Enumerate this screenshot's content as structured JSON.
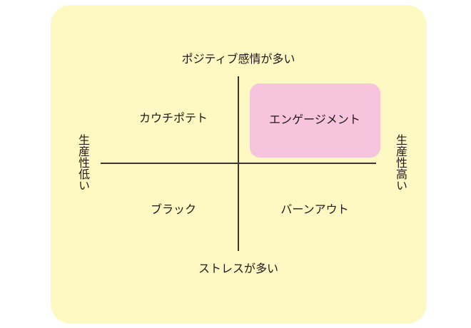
{
  "colors": {
    "panel_background": "#fef9c3",
    "highlight_background": "#f6c5dd",
    "axis_line": "#3a352e",
    "text": "#231815"
  },
  "axes": {
    "top": "ポジティブ感情が多い",
    "bottom": "ストレスが多い",
    "left": "生産性低い",
    "right": "生産性高い"
  },
  "quadrants": {
    "top_left": "カウチポテト",
    "top_right": "エンゲージメント",
    "bottom_left": "ブラック",
    "bottom_right": "バーンアウト"
  },
  "highlighted_quadrant": "top_right"
}
